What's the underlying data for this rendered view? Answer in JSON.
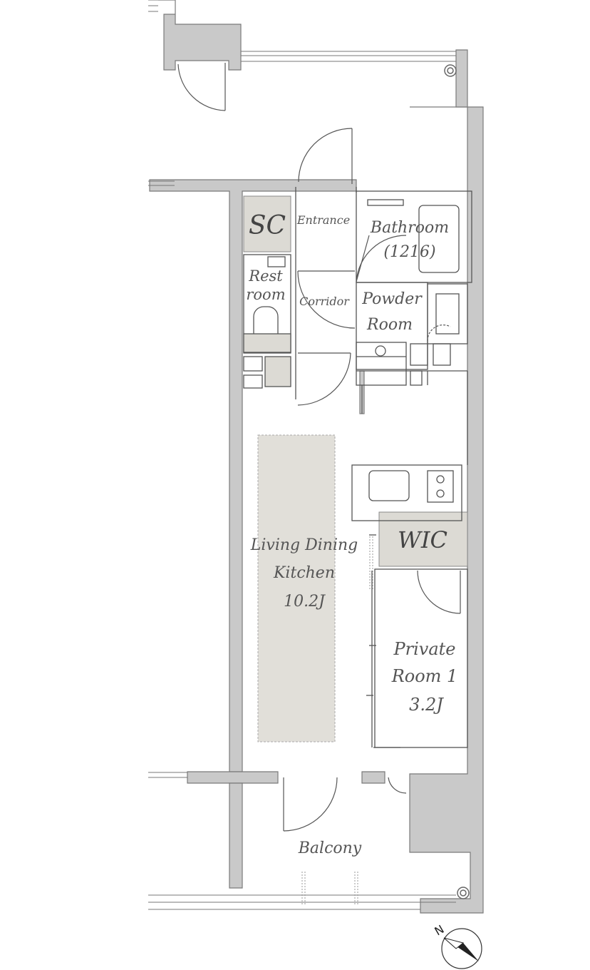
{
  "rooms": {
    "sc": "SC",
    "entrance": "Entrance",
    "bathroom": "Bathroom",
    "bathroom_size": "(1216)",
    "restroom_line1": "Rest",
    "restroom_line2": "room",
    "corridor": "Corridor",
    "powder_line1": "Powder",
    "powder_line2": "Room",
    "wic": "WIC",
    "ldk_line1": "Living Dining",
    "ldk_line2": "Kitchen",
    "ldk_size": "10.2J",
    "private_line1": "Private",
    "private_line2": "Room 1",
    "private_size": "3.2J",
    "balcony": "Balcony"
  },
  "compass": {
    "label": "N"
  },
  "colors": {
    "wall": "#c9c9c9",
    "wall_stroke": "#7a7a7a",
    "storage_fill": "#dcdad4",
    "ldk_floor": "#e1dfd9",
    "line": "#555555"
  }
}
